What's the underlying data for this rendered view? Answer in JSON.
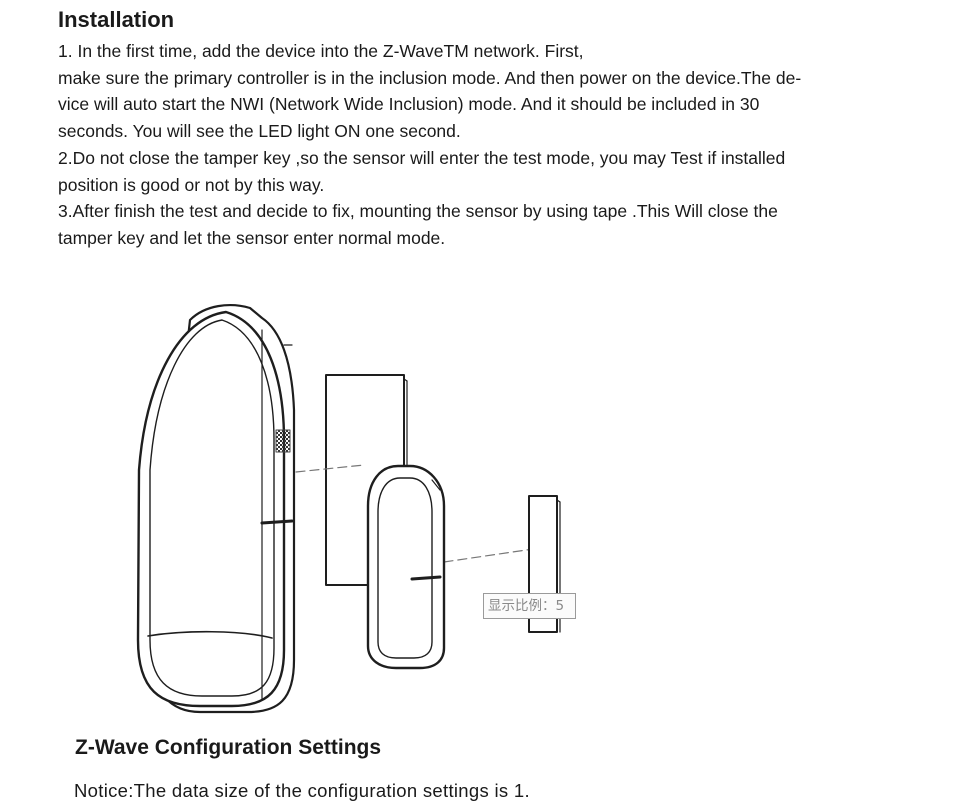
{
  "installation": {
    "title": "Installation",
    "lines": [
      "1. In the first time, add the device into the Z-WaveTM network. First,",
      "make sure the primary controller is in the inclusion mode. And then power on the device.The de-",
      "vice will auto start the NWI (Network Wide Inclusion) mode. And it should be included in 30",
      "seconds. You will see the LED light ON one second.",
      "2.Do not close the tamper key ,so the sensor will enter the test mode, you may Test if installed",
      "position is good or not by this way.",
      "3.After finish the test and decide to  fix, mounting the sensor by using tape .This Will close the",
      "tamper key and let the sensor enter normal mode."
    ]
  },
  "figure": {
    "overlay_label": "显示比例：5"
  },
  "configuration": {
    "title": "Z-Wave Configuration Settings",
    "notice": "Notice:The data size of the configuration settings is 1."
  }
}
